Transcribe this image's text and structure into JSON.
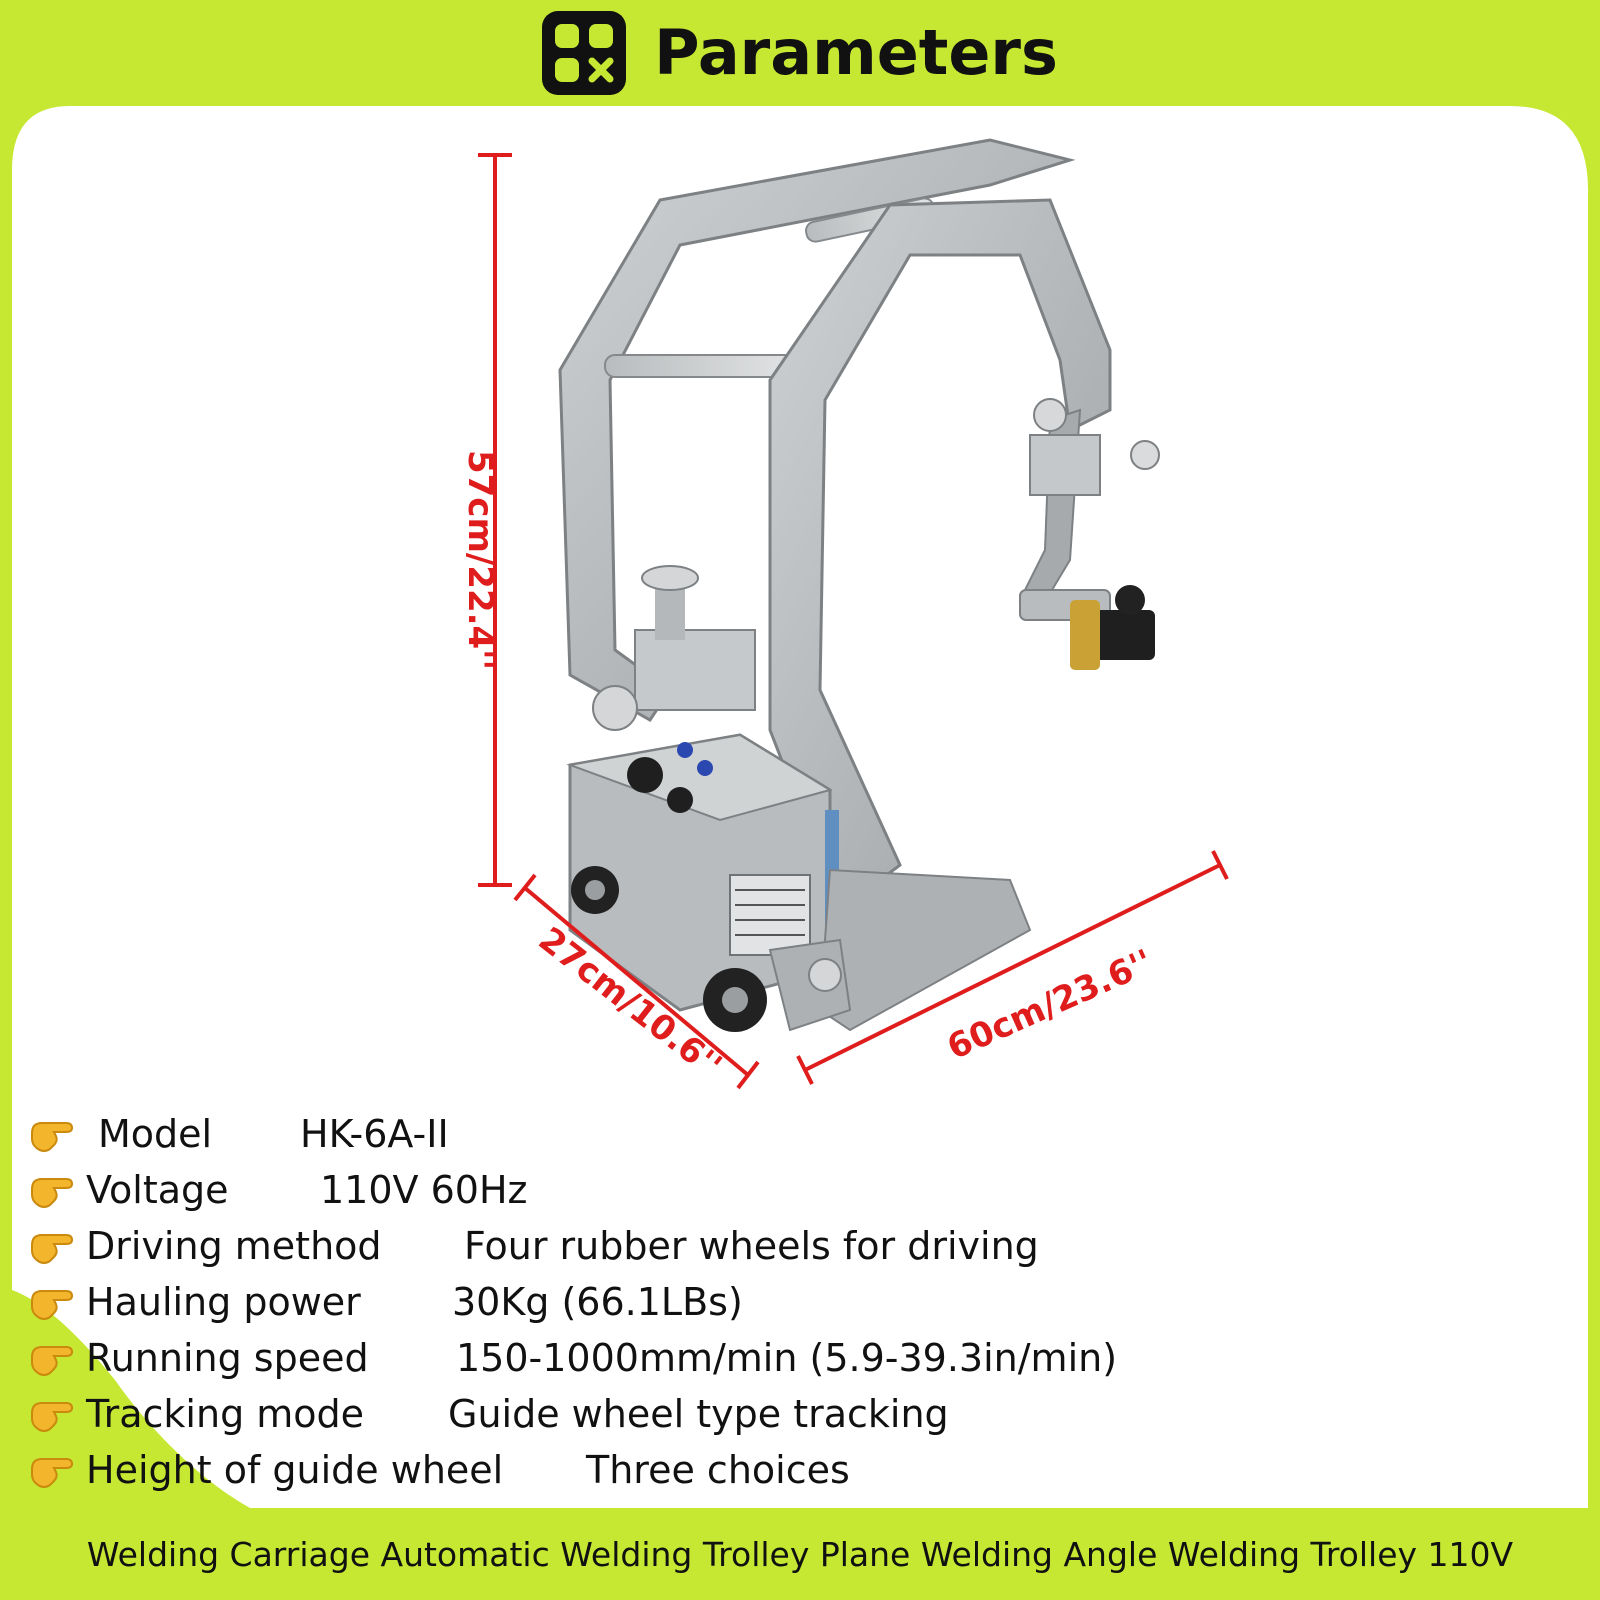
{
  "header": {
    "title": "Parameters",
    "logo_icon": "app-logo-icon"
  },
  "dimensions": {
    "height": "57cm/22.4''",
    "depth": "27cm/10.6''",
    "width": "60cm/23.6''"
  },
  "specs": [
    {
      "label": "Model",
      "value": "HK-6A-II"
    },
    {
      "label": "Voltage",
      "value": "110V 60Hz"
    },
    {
      "label": "Driving method",
      "value": "Four rubber wheels for driving"
    },
    {
      "label": "Hauling power",
      "value": "30Kg (66.1LBs)"
    },
    {
      "label": "Running speed",
      "value": "150-1000mm/min (5.9-39.3in/min)"
    },
    {
      "label": "Tracking mode",
      "value": "Guide wheel type tracking"
    },
    {
      "label": "Height of guide wheel",
      "value": "Three choices"
    }
  ],
  "footer": {
    "caption": "Welding Carriage Automatic Welding Trolley Plane Welding Angle Welding Trolley 110V"
  },
  "colors": {
    "background": "#c6e832",
    "card": "#ffffff",
    "dimension": "#e01d1d",
    "text": "#111111"
  },
  "icons": {
    "bullet": "pointing-hand-icon",
    "product": "welding-trolley-illustration"
  }
}
